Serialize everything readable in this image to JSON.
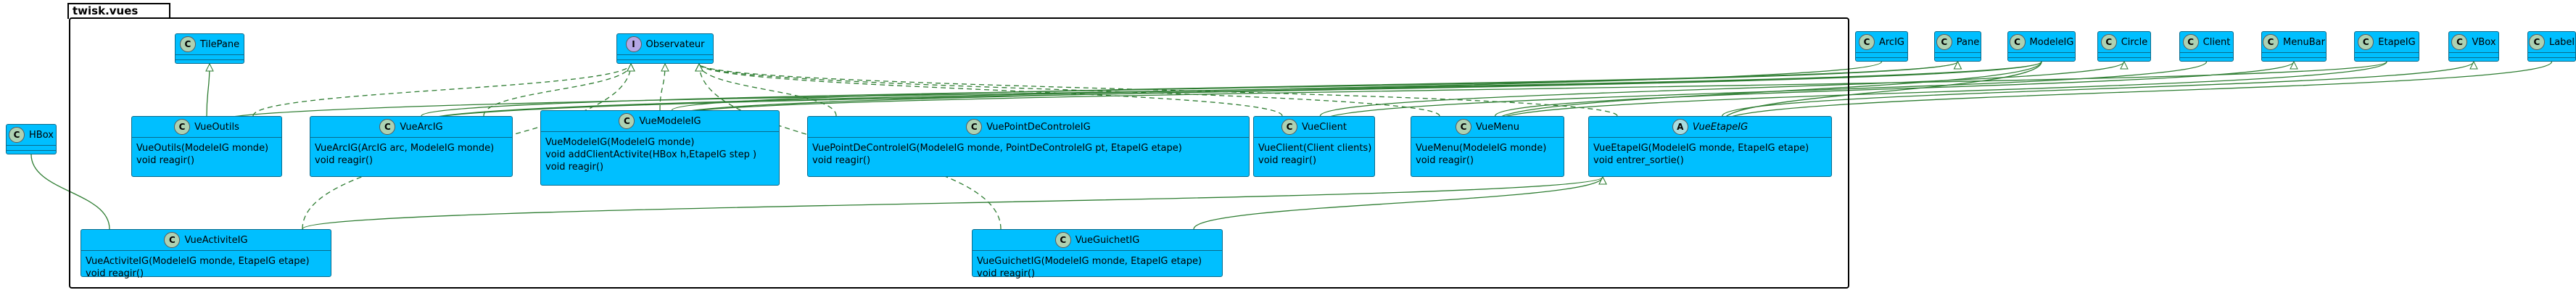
{
  "package": {
    "name": "twisk.vues"
  },
  "colors": {
    "class_fill": "#00BFFF",
    "edge": "#2e7d32",
    "class_badge": "#ADD1B2",
    "interface_badge": "#B4A7E5",
    "abstract_badge": "#A9DCDF"
  },
  "classes": {
    "TilePane": {
      "kind": "C",
      "name": "TilePane",
      "members": []
    },
    "Observateur": {
      "kind": "I",
      "name": "Observateur",
      "members": []
    },
    "VueOutils": {
      "kind": "C",
      "name": "VueOutils",
      "members": [
        "VueOutils(ModeleIG monde)",
        "void reagir()"
      ]
    },
    "VueArcIG": {
      "kind": "C",
      "name": "VueArcIG",
      "members": [
        "VueArcIG(ArcIG arc, ModeleIG monde)",
        "void reagir()"
      ]
    },
    "VueModeleIG": {
      "kind": "C",
      "name": "VueModeleIG",
      "members": [
        "VueModeleIG(ModeleIG monde)",
        "void addClientActivite(HBox h,EtapeIG step )",
        "void reagir()"
      ]
    },
    "VuePointDeControleIG": {
      "kind": "C",
      "name": "VuePointDeControleIG",
      "members": [
        "VuePointDeControleIG(ModeleIG monde, PointDeControleIG pt, EtapeIG etape)",
        "void reagir()"
      ]
    },
    "VueClient": {
      "kind": "C",
      "name": "VueClient",
      "members": [
        "VueClient(Client clients)",
        "void reagir()"
      ]
    },
    "VueMenu": {
      "kind": "C",
      "name": "VueMenu",
      "members": [
        "VueMenu(ModeleIG monde)",
        "void reagir()"
      ]
    },
    "VueEtapeIG": {
      "kind": "A",
      "name": "VueEtapeIG",
      "members": [
        "VueEtapeIG(ModeleIG monde, EtapeIG etape)",
        "void entrer_sortie()"
      ]
    },
    "VueActiviteIG": {
      "kind": "C",
      "name": "VueActiviteIG",
      "members": [
        "VueActiviteIG(ModeleIG monde, EtapeIG etape)",
        "void reagir()"
      ]
    },
    "VueGuichetIG": {
      "kind": "C",
      "name": "VueGuichetIG",
      "members": [
        "VueGuichetIG(ModeleIG monde, EtapeIG etape)",
        "void reagir()"
      ]
    },
    "ArcIG": {
      "kind": "C",
      "name": "ArcIG",
      "members": []
    },
    "Pane": {
      "kind": "C",
      "name": "Pane",
      "members": []
    },
    "ModeleIG": {
      "kind": "C",
      "name": "ModeleIG",
      "members": []
    },
    "Circle": {
      "kind": "C",
      "name": "Circle",
      "members": []
    },
    "Client": {
      "kind": "C",
      "name": "Client",
      "members": []
    },
    "MenuBar": {
      "kind": "C",
      "name": "MenuBar",
      "members": []
    },
    "EtapeIG": {
      "kind": "C",
      "name": "EtapeIG",
      "members": []
    },
    "VBox": {
      "kind": "C",
      "name": "VBox",
      "members": []
    },
    "Label": {
      "kind": "C",
      "name": "Label",
      "members": []
    },
    "HBox": {
      "kind": "C",
      "name": "HBox",
      "members": []
    }
  },
  "edges": [
    {
      "from": "VueOutils",
      "to": "TilePane",
      "type": "extends"
    },
    {
      "from": "VueOutils",
      "to": "Observateur",
      "type": "implements"
    },
    {
      "from": "VueArcIG",
      "to": "Observateur",
      "type": "implements"
    },
    {
      "from": "VueModeleIG",
      "to": "Observateur",
      "type": "implements"
    },
    {
      "from": "VuePointDeControleIG",
      "to": "Observateur",
      "type": "implements"
    },
    {
      "from": "VueClient",
      "to": "Observateur",
      "type": "implements"
    },
    {
      "from": "VueMenu",
      "to": "Observateur",
      "type": "implements"
    },
    {
      "from": "VueEtapeIG",
      "to": "Observateur",
      "type": "implements"
    },
    {
      "from": "VueActiviteIG",
      "to": "Observateur",
      "type": "implements"
    },
    {
      "from": "VueGuichetIG",
      "to": "Observateur",
      "type": "implements"
    },
    {
      "from": "VueActiviteIG",
      "to": "VueEtapeIG",
      "type": "extends"
    },
    {
      "from": "VueGuichetIG",
      "to": "VueEtapeIG",
      "type": "extends"
    },
    {
      "from": "VueActiviteIG",
      "to": "HBox",
      "type": "association"
    },
    {
      "from": "VueArcIG",
      "to": "Pane",
      "type": "extends"
    },
    {
      "from": "VueModeleIG",
      "to": "Pane",
      "type": "extends"
    },
    {
      "from": "VueClient",
      "to": "Circle",
      "type": "extends"
    },
    {
      "from": "VueMenu",
      "to": "MenuBar",
      "type": "extends"
    },
    {
      "from": "VueEtapeIG",
      "to": "VBox",
      "type": "extends"
    },
    {
      "from": "VueArcIG",
      "to": "ArcIG",
      "type": "association"
    },
    {
      "from": "VueArcIG",
      "to": "ModeleIG",
      "type": "association"
    },
    {
      "from": "VueOutils",
      "to": "ModeleIG",
      "type": "association"
    },
    {
      "from": "VueModeleIG",
      "to": "ModeleIG",
      "type": "association"
    },
    {
      "from": "VueMenu",
      "to": "ModeleIG",
      "type": "association"
    },
    {
      "from": "VueEtapeIG",
      "to": "ModeleIG",
      "type": "association"
    },
    {
      "from": "VueClient",
      "to": "Client",
      "type": "association"
    },
    {
      "from": "VueModeleIG",
      "to": "EtapeIG",
      "type": "association"
    },
    {
      "from": "VueMenu",
      "to": "EtapeIG",
      "type": "association"
    },
    {
      "from": "VueEtapeIG",
      "to": "Label",
      "type": "association"
    }
  ]
}
